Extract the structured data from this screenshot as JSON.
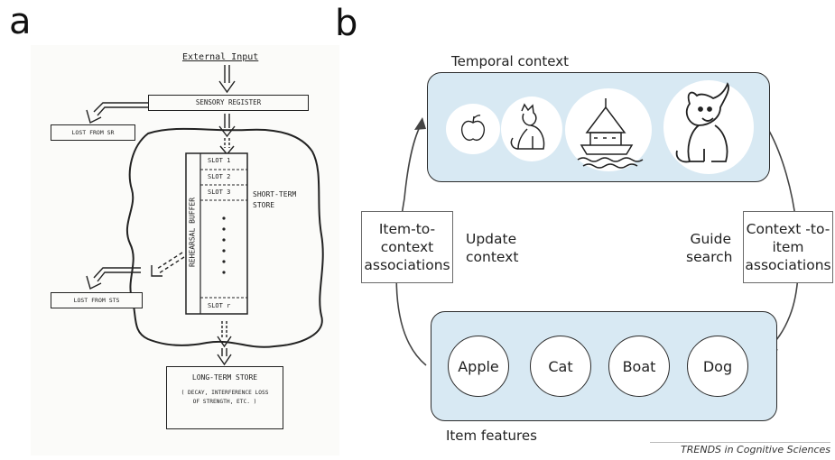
{
  "panels": {
    "a": {
      "letter": "a"
    },
    "b": {
      "letter": "b"
    }
  },
  "panel_a": {
    "external_input": "External Input",
    "sensory_register": "SENSORY REGISTER",
    "lost_from_sr": "LOST FROM SR",
    "rehearsal_buffer": "REHEARSAL BUFFER",
    "slots": [
      "SLOT 1",
      "SLOT 2",
      "SLOT 3"
    ],
    "slot_last": "SLOT r",
    "short_term_store": "SHORT-TERM STORE",
    "lost_from_sts": "LOST FROM STS",
    "long_term_store": "LONG-TERM STORE",
    "long_term_detail": "( DECAY, INTERFERENCE LOSS OF STRENGTH, ETC. )"
  },
  "panel_b": {
    "temporal_context": "Temporal context",
    "context_icons": [
      "apple-icon",
      "cat-icon",
      "boat-icon",
      "dog-icon"
    ],
    "item_features": "Item features",
    "items": [
      "Apple",
      "Cat",
      "Boat",
      "Dog"
    ],
    "item_to_context": "Item-to-context associations",
    "update_context": "Update context",
    "guide_search": "Guide search",
    "context_to_item": "Context -to-item associations",
    "source": "TRENDS in Cognitive Sciences",
    "colors": {
      "context_fill": "#d8e9f3",
      "stroke": "#2b2b2b"
    }
  }
}
